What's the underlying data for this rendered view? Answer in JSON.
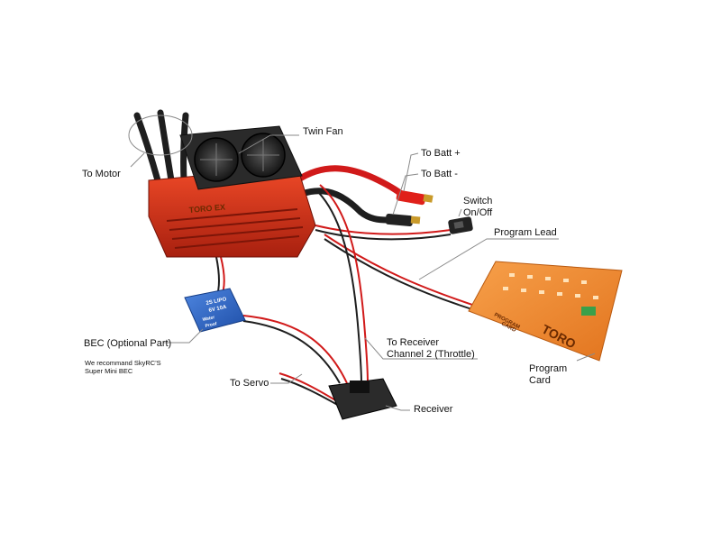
{
  "labels": {
    "twin_fan": "Twin Fan",
    "to_motor": "To Motor",
    "to_batt_plus": "To Batt +",
    "to_batt_minus": "To Batt -",
    "switch_line1": "Switch",
    "switch_line2": "On/Off",
    "program_lead": "Program Lead",
    "bec": "BEC (Optional Part)",
    "bec_note_line1": "We recommand SkyRC'S",
    "bec_note_line2": "Super Mini BEC",
    "to_receiver_line1": "To Receiver",
    "to_receiver_line2": "Channel 2 (Throttle)",
    "program_card_line1": "Program",
    "program_card_line2": "Card",
    "to_servo": "To Servo",
    "receiver": "Receiver"
  },
  "product": {
    "esc_brand": "TORO EX",
    "bec_line1": "2S LIPO",
    "bec_line2": "6V 10A",
    "bec_line3": "Water",
    "bec_line4": "Proof",
    "card_brand": "TORO",
    "card_line1": "PROGRAM",
    "card_line2": "CARD"
  },
  "colors": {
    "esc_body": "#d9361e",
    "esc_fins": "#b8281a",
    "fan_housing": "#2a2a2a",
    "card_orange": "#f08a30",
    "bec_blue": "#2f66c8",
    "wire_red": "#d11a1a",
    "wire_black": "#1e1e1e",
    "connector_red": "#e0201a",
    "connector_gold": "#c99a2a"
  }
}
